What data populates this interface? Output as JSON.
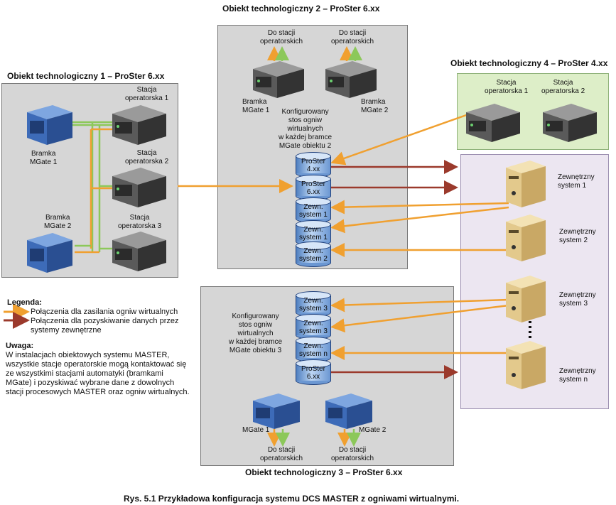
{
  "titles": {
    "obj1": "Obiekt technologiczny 1 – ProSter 6.xx",
    "obj2": "Obiekt technologiczny 2 – ProSter 6.xx",
    "obj3": "Obiekt technologiczny 3 – ProSter 6.xx",
    "obj4": "Obiekt technologiczny 4 – ProSter 4.xx"
  },
  "obj1": {
    "gw1": [
      "Bramka",
      "MGate 1"
    ],
    "gw2": [
      "Bramka",
      "MGate 2"
    ],
    "st1": [
      "Stacja",
      "operatorska 1"
    ],
    "st2": [
      "Stacja",
      "operatorska 2"
    ],
    "st3": [
      "Stacja",
      "operatorska 3"
    ]
  },
  "obj2": {
    "gw1": [
      "Bramka",
      "MGate 1"
    ],
    "gw2": [
      "Bramka",
      "MGate 2"
    ],
    "to_ops1": [
      "Do stacji",
      "operatorskich"
    ],
    "to_ops2": [
      "Do stacji",
      "operatorskich"
    ],
    "stack_desc": [
      "Konfigurowany",
      "stos ogniw",
      "wirtualnych",
      "w każdej bramce",
      "MGate obiektu 2"
    ],
    "stack": [
      [
        "ProSter",
        "4.xx"
      ],
      [
        "ProSter",
        "6.xx"
      ],
      [
        "Zewn.",
        "system 1"
      ],
      [
        "Zewn.",
        "system 1"
      ],
      [
        "Zewn.",
        "system 2"
      ]
    ]
  },
  "obj3": {
    "stack_desc": [
      "Konfigurowany",
      "stos ogniw",
      "wirtualnych",
      "w każdej bramce",
      "MGate obiektu 3"
    ],
    "stack": [
      [
        "Zewn.",
        "system 3"
      ],
      [
        "Zewn.",
        "system 3"
      ],
      [
        "Zewn.",
        "system n"
      ],
      [
        "ProSter",
        "6.xx"
      ]
    ],
    "gw1": "MGate 1",
    "gw2": "MGate 2",
    "to_ops1": [
      "Do stacji",
      "operatorskich"
    ],
    "to_ops2": [
      "Do stacji",
      "operatorskich"
    ]
  },
  "obj4": {
    "st1": [
      "Stacja",
      "operatorska 1"
    ],
    "st2": [
      "Stacja",
      "operatorska 2"
    ]
  },
  "external": {
    "sys1": [
      "Zewnętrzny",
      "system 1"
    ],
    "sys2": [
      "Zewnętrzny",
      "system 2"
    ],
    "sys3": [
      "Zewnętrzny",
      "system 3"
    ],
    "sysn": [
      "Zewnętrzny",
      "system n"
    ]
  },
  "legend": {
    "heading": "Legenda:",
    "orange": "Połączenia dla zasilania ogniw wirtualnych",
    "red": [
      "Połączenia dla  pozyskiwanie danych przez",
      "systemy zewnętrzne"
    ]
  },
  "note": {
    "heading": "Uwaga:",
    "lines": [
      "W instalacjach obiektowych systemu MASTER,",
      "wszystkie stacje operatorskie mogą kontaktować się",
      "ze wszystkimi stacjami automatyki (bramkami",
      "MGate) i pozyskiwać wybrane dane z dowolnych",
      "stacji procesowych MASTER oraz ogniw wirtualnych."
    ]
  },
  "caption": "Rys. 5.1 Przykładowa konfiguracja systemu DCS MASTER z ogniwami wirtualnymi.",
  "colors": {
    "orange": "#f0a030",
    "red": "#9b3a2c",
    "green": "#8cc85a"
  }
}
